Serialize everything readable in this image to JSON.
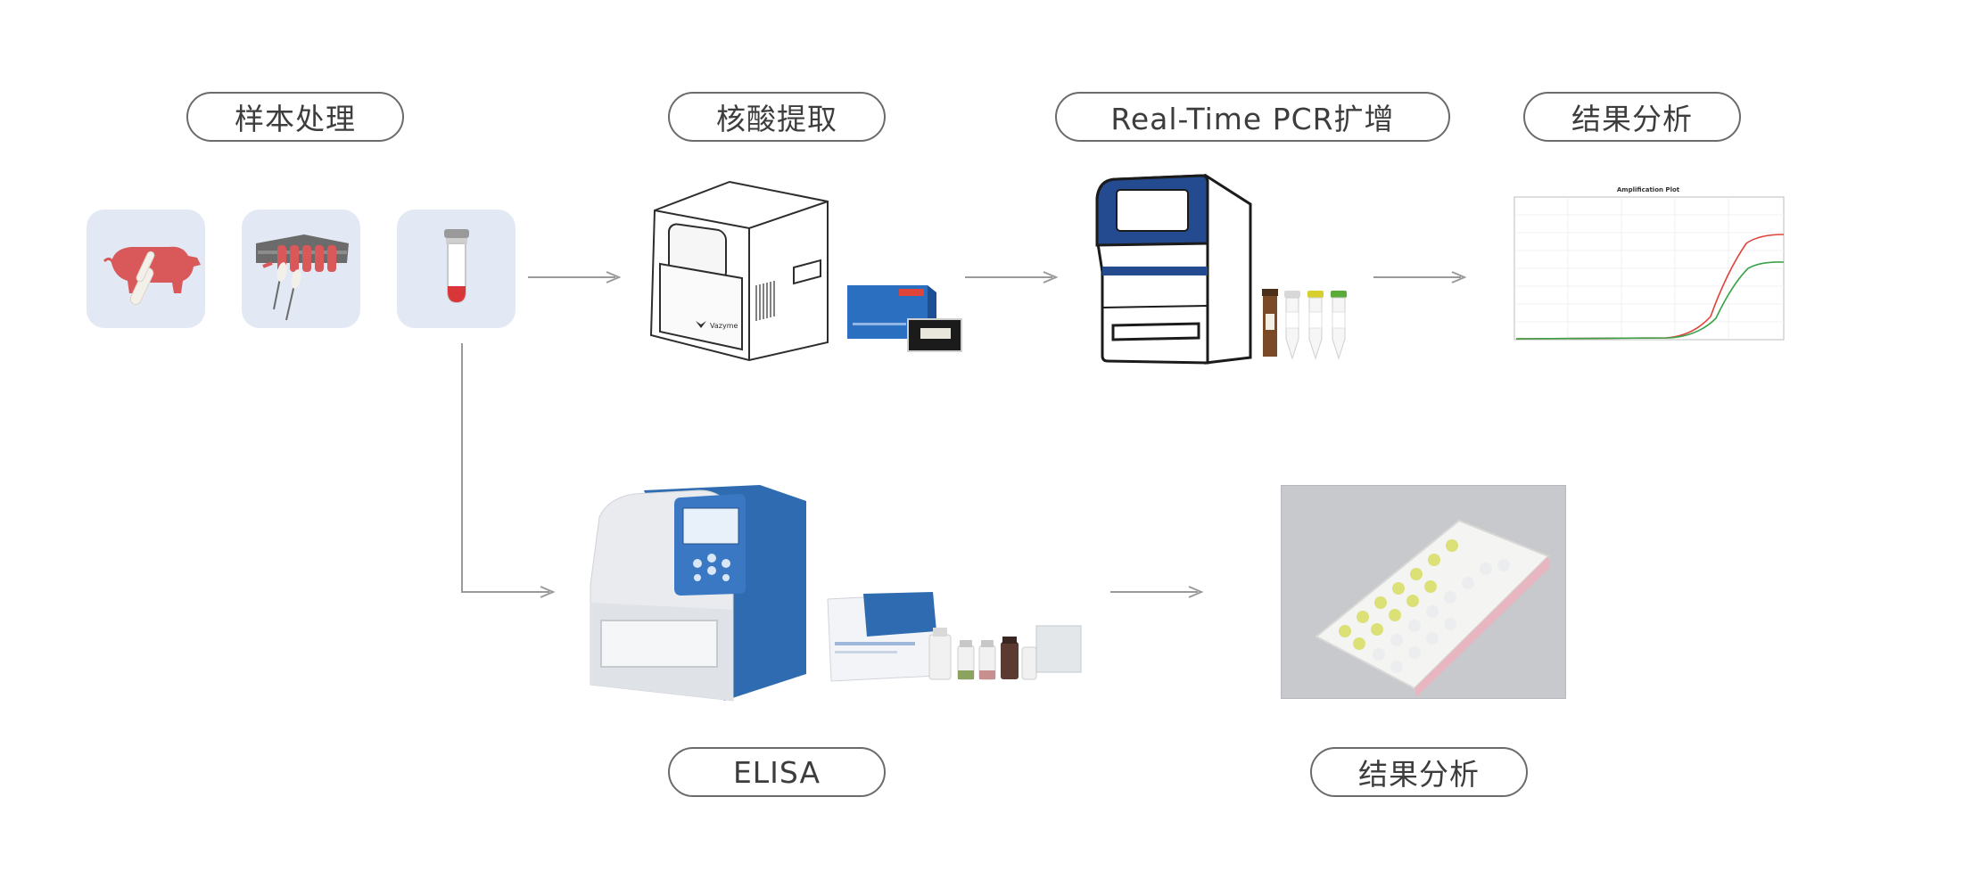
{
  "steps": {
    "sample_processing": "样本处理",
    "nucleic_acid_extraction": "核酸提取",
    "pcr_amplification": "Real-Time PCR扩增",
    "pcr_result_analysis": "结果分析",
    "elisa": "ELISA",
    "elisa_result_analysis": "结果分析"
  },
  "plot": {
    "title": "Amplification Plot"
  },
  "brand": {
    "instrument_logo": "Vazyme"
  },
  "colors": {
    "pill_border": "#6b6b6b",
    "pill_text": "#3d3d3d",
    "arrow": "#9a9a9a",
    "tile_bg": "#e3e9f4",
    "sample_red": "#d9585a",
    "pcr_blue": "#244b8f",
    "elisa_blue": "#2f6bb0"
  }
}
